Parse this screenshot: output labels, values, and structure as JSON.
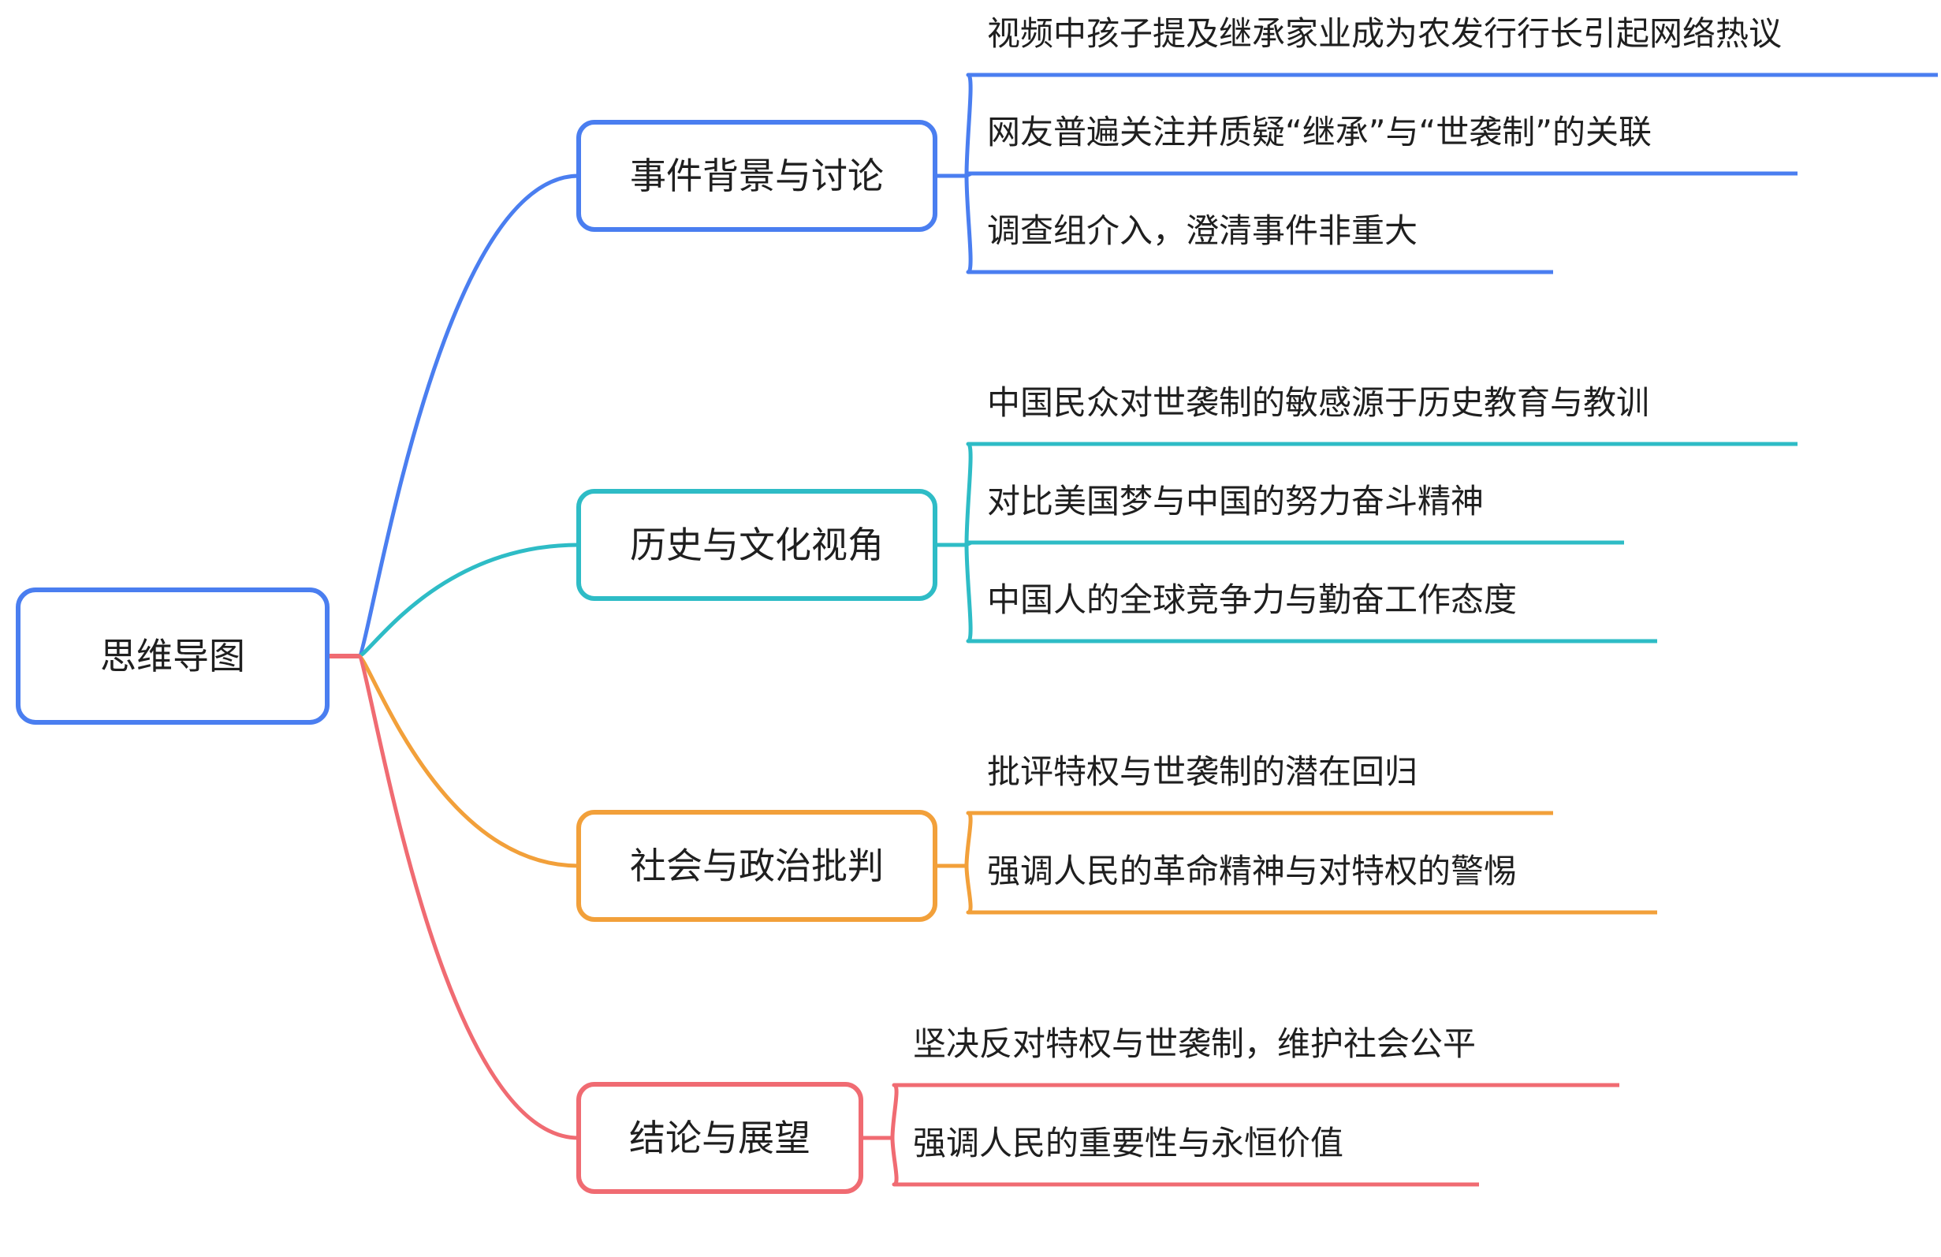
{
  "root": {
    "label": "思维导图",
    "color": "#f06b72"
  },
  "branches": [
    {
      "label": "事件背景与讨论",
      "color": "#4a7ef0",
      "leaves": [
        "视频中孩子提及继承家业成为农发行行长引起网络热议",
        "网友普遍关注并质疑“继承”与“世袭制”的关联",
        "调查组介入，澄清事件非重大"
      ]
    },
    {
      "label": "历史与文化视角",
      "color": "#2ebcc6",
      "leaves": [
        "中国民众对世袭制的敏感源于历史教育与教训",
        "对比美国梦与中国的努力奋斗精神",
        "中国人的全球竞争力与勤奋工作态度"
      ]
    },
    {
      "label": "社会与政治批判",
      "color": "#f2a03a",
      "leaves": [
        "批评特权与世袭制的潜在回归",
        "强调人民的革命精神与对特权的警惕"
      ]
    },
    {
      "label": "结论与展望",
      "color": "#f06b72",
      "leaves": [
        "坚决反对特权与世袭制，维护社会公平",
        "强调人民的重要性与永恒价值"
      ]
    }
  ]
}
